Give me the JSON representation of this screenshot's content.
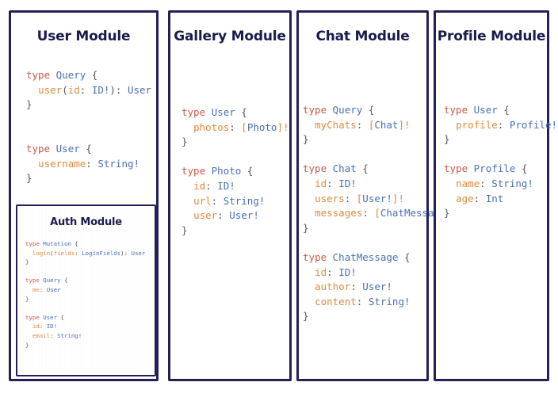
{
  "diagram": {
    "kind": "graphql-schema-modules",
    "panels": [
      {
        "id": "user",
        "title": "User Module",
        "code_lines": [
          [
            {
              "t": "type ",
              "c": "kw"
            },
            {
              "t": "Query",
              "c": "ty"
            },
            {
              "t": " {",
              "c": "pn"
            }
          ],
          [
            {
              "t": "  ",
              "c": "pn"
            },
            {
              "t": "user",
              "c": "fd"
            },
            {
              "t": "(",
              "c": "pn"
            },
            {
              "t": "id",
              "c": "fd"
            },
            {
              "t": ": ",
              "c": "pn"
            },
            {
              "t": "ID!",
              "c": "ty"
            },
            {
              "t": "): ",
              "c": "pn"
            },
            {
              "t": "User",
              "c": "ty"
            }
          ],
          [
            {
              "t": "}",
              "c": "pn"
            }
          ],
          [
            {
              "t": "",
              "c": "pn"
            }
          ],
          [
            {
              "t": "",
              "c": "pn"
            }
          ],
          [
            {
              "t": "type ",
              "c": "kw"
            },
            {
              "t": "User",
              "c": "ty"
            },
            {
              "t": " {",
              "c": "pn"
            }
          ],
          [
            {
              "t": "  ",
              "c": "pn"
            },
            {
              "t": "username",
              "c": "fd"
            },
            {
              "t": ": ",
              "c": "pn"
            },
            {
              "t": "String!",
              "c": "ty"
            }
          ],
          [
            {
              "t": "}",
              "c": "pn"
            }
          ]
        ]
      },
      {
        "id": "auth",
        "title": "Auth Module",
        "code_lines": [
          [
            {
              "t": "type ",
              "c": "kw"
            },
            {
              "t": "Mutation",
              "c": "ty"
            },
            {
              "t": " {",
              "c": "pn"
            }
          ],
          [
            {
              "t": "  ",
              "c": "pn"
            },
            {
              "t": "login",
              "c": "fd"
            },
            {
              "t": "(",
              "c": "pn"
            },
            {
              "t": "fields",
              "c": "fd"
            },
            {
              "t": ": ",
              "c": "pn"
            },
            {
              "t": "LoginFields",
              "c": "ty"
            },
            {
              "t": "): ",
              "c": "pn"
            },
            {
              "t": "User",
              "c": "ty"
            }
          ],
          [
            {
              "t": "}",
              "c": "pn"
            }
          ],
          [
            {
              "t": "",
              "c": "pn"
            }
          ],
          [
            {
              "t": "type ",
              "c": "kw"
            },
            {
              "t": "Query",
              "c": "ty"
            },
            {
              "t": " {",
              "c": "pn"
            }
          ],
          [
            {
              "t": "  ",
              "c": "pn"
            },
            {
              "t": "me",
              "c": "fd"
            },
            {
              "t": ": ",
              "c": "pn"
            },
            {
              "t": "User",
              "c": "ty"
            }
          ],
          [
            {
              "t": "}",
              "c": "pn"
            }
          ],
          [
            {
              "t": "",
              "c": "pn"
            }
          ],
          [
            {
              "t": "type ",
              "c": "kw"
            },
            {
              "t": "User",
              "c": "ty"
            },
            {
              "t": " {",
              "c": "pn"
            }
          ],
          [
            {
              "t": "  ",
              "c": "pn"
            },
            {
              "t": "id",
              "c": "fd"
            },
            {
              "t": ": ",
              "c": "pn"
            },
            {
              "t": "ID!",
              "c": "ty"
            }
          ],
          [
            {
              "t": "  ",
              "c": "pn"
            },
            {
              "t": "email",
              "c": "fd"
            },
            {
              "t": ": ",
              "c": "pn"
            },
            {
              "t": "String!",
              "c": "ty"
            }
          ],
          [
            {
              "t": "}",
              "c": "pn"
            }
          ]
        ]
      },
      {
        "id": "gallery",
        "title": "Gallery Module",
        "code_lines": [
          [
            {
              "t": "type ",
              "c": "kw"
            },
            {
              "t": "User",
              "c": "ty"
            },
            {
              "t": " {",
              "c": "pn"
            }
          ],
          [
            {
              "t": "  ",
              "c": "pn"
            },
            {
              "t": "photos",
              "c": "fd"
            },
            {
              "t": ": ",
              "c": "pn"
            },
            {
              "t": "[",
              "c": "fd"
            },
            {
              "t": "Photo",
              "c": "ty"
            },
            {
              "t": "]",
              "c": "fd"
            },
            {
              "t": "!",
              "c": "fd"
            }
          ],
          [
            {
              "t": "}",
              "c": "pn"
            }
          ],
          [
            {
              "t": "",
              "c": "pn"
            }
          ],
          [
            {
              "t": "type ",
              "c": "kw"
            },
            {
              "t": "Photo",
              "c": "ty"
            },
            {
              "t": " {",
              "c": "pn"
            }
          ],
          [
            {
              "t": "  ",
              "c": "pn"
            },
            {
              "t": "id",
              "c": "fd"
            },
            {
              "t": ": ",
              "c": "pn"
            },
            {
              "t": "ID!",
              "c": "ty"
            }
          ],
          [
            {
              "t": "  ",
              "c": "pn"
            },
            {
              "t": "url",
              "c": "fd"
            },
            {
              "t": ": ",
              "c": "pn"
            },
            {
              "t": "String!",
              "c": "ty"
            }
          ],
          [
            {
              "t": "  ",
              "c": "pn"
            },
            {
              "t": "user",
              "c": "fd"
            },
            {
              "t": ": ",
              "c": "pn"
            },
            {
              "t": "User!",
              "c": "ty"
            }
          ],
          [
            {
              "t": "}",
              "c": "pn"
            }
          ]
        ]
      },
      {
        "id": "chat",
        "title": "Chat Module",
        "code_lines": [
          [
            {
              "t": "type ",
              "c": "kw"
            },
            {
              "t": "Query",
              "c": "ty"
            },
            {
              "t": " {",
              "c": "pn"
            }
          ],
          [
            {
              "t": "  ",
              "c": "pn"
            },
            {
              "t": "myChats",
              "c": "fd"
            },
            {
              "t": ": ",
              "c": "pn"
            },
            {
              "t": "[",
              "c": "fd"
            },
            {
              "t": "Chat",
              "c": "ty"
            },
            {
              "t": "]",
              "c": "fd"
            },
            {
              "t": "!",
              "c": "fd"
            }
          ],
          [
            {
              "t": "}",
              "c": "pn"
            }
          ],
          [
            {
              "t": "",
              "c": "pn"
            }
          ],
          [
            {
              "t": "type ",
              "c": "kw"
            },
            {
              "t": "Chat",
              "c": "ty"
            },
            {
              "t": " {",
              "c": "pn"
            }
          ],
          [
            {
              "t": "  ",
              "c": "pn"
            },
            {
              "t": "id",
              "c": "fd"
            },
            {
              "t": ": ",
              "c": "pn"
            },
            {
              "t": "ID!",
              "c": "ty"
            }
          ],
          [
            {
              "t": "  ",
              "c": "pn"
            },
            {
              "t": "users",
              "c": "fd"
            },
            {
              "t": ": ",
              "c": "pn"
            },
            {
              "t": "[",
              "c": "fd"
            },
            {
              "t": "User!",
              "c": "ty"
            },
            {
              "t": "]",
              "c": "fd"
            },
            {
              "t": "!",
              "c": "fd"
            }
          ],
          [
            {
              "t": "  ",
              "c": "pn"
            },
            {
              "t": "messages",
              "c": "fd"
            },
            {
              "t": ": ",
              "c": "pn"
            },
            {
              "t": "[",
              "c": "fd"
            },
            {
              "t": "ChatMessage",
              "c": "ty"
            },
            {
              "t": "]",
              "c": "fd"
            },
            {
              "t": "!",
              "c": "fd"
            }
          ],
          [
            {
              "t": "}",
              "c": "pn"
            }
          ],
          [
            {
              "t": "",
              "c": "pn"
            }
          ],
          [
            {
              "t": "type ",
              "c": "kw"
            },
            {
              "t": "ChatMessage",
              "c": "ty"
            },
            {
              "t": " {",
              "c": "pn"
            }
          ],
          [
            {
              "t": "  ",
              "c": "pn"
            },
            {
              "t": "id",
              "c": "fd"
            },
            {
              "t": ": ",
              "c": "pn"
            },
            {
              "t": "ID!",
              "c": "ty"
            }
          ],
          [
            {
              "t": "  ",
              "c": "pn"
            },
            {
              "t": "author",
              "c": "fd"
            },
            {
              "t": ": ",
              "c": "pn"
            },
            {
              "t": "User!",
              "c": "ty"
            }
          ],
          [
            {
              "t": "  ",
              "c": "pn"
            },
            {
              "t": "content",
              "c": "fd"
            },
            {
              "t": ": ",
              "c": "pn"
            },
            {
              "t": "String!",
              "c": "ty"
            }
          ],
          [
            {
              "t": "}",
              "c": "pn"
            }
          ]
        ]
      },
      {
        "id": "profile",
        "title": "Profile Module",
        "code_lines": [
          [
            {
              "t": "type ",
              "c": "kw"
            },
            {
              "t": "User",
              "c": "ty"
            },
            {
              "t": " {",
              "c": "pn"
            }
          ],
          [
            {
              "t": "  ",
              "c": "pn"
            },
            {
              "t": "profile",
              "c": "fd"
            },
            {
              "t": ": ",
              "c": "pn"
            },
            {
              "t": "Profile!",
              "c": "ty"
            }
          ],
          [
            {
              "t": "}",
              "c": "pn"
            }
          ],
          [
            {
              "t": "",
              "c": "pn"
            }
          ],
          [
            {
              "t": "type ",
              "c": "kw"
            },
            {
              "t": "Profile",
              "c": "ty"
            },
            {
              "t": " {",
              "c": "pn"
            }
          ],
          [
            {
              "t": "  ",
              "c": "pn"
            },
            {
              "t": "name",
              "c": "fd"
            },
            {
              "t": ": ",
              "c": "pn"
            },
            {
              "t": "String!",
              "c": "ty"
            }
          ],
          [
            {
              "t": "  ",
              "c": "pn"
            },
            {
              "t": "age",
              "c": "fd"
            },
            {
              "t": ": ",
              "c": "pn"
            },
            {
              "t": "Int",
              "c": "ty"
            }
          ],
          [
            {
              "t": "}",
              "c": "pn"
            }
          ]
        ]
      }
    ],
    "colors": {
      "panel_border": "#232059",
      "title": "#1b1b4d",
      "keyword": "#c75b4a",
      "type_name": "#4a6fb5",
      "field_name": "#e08b3e",
      "punctuation": "#555560",
      "background": "#ffffff"
    }
  }
}
